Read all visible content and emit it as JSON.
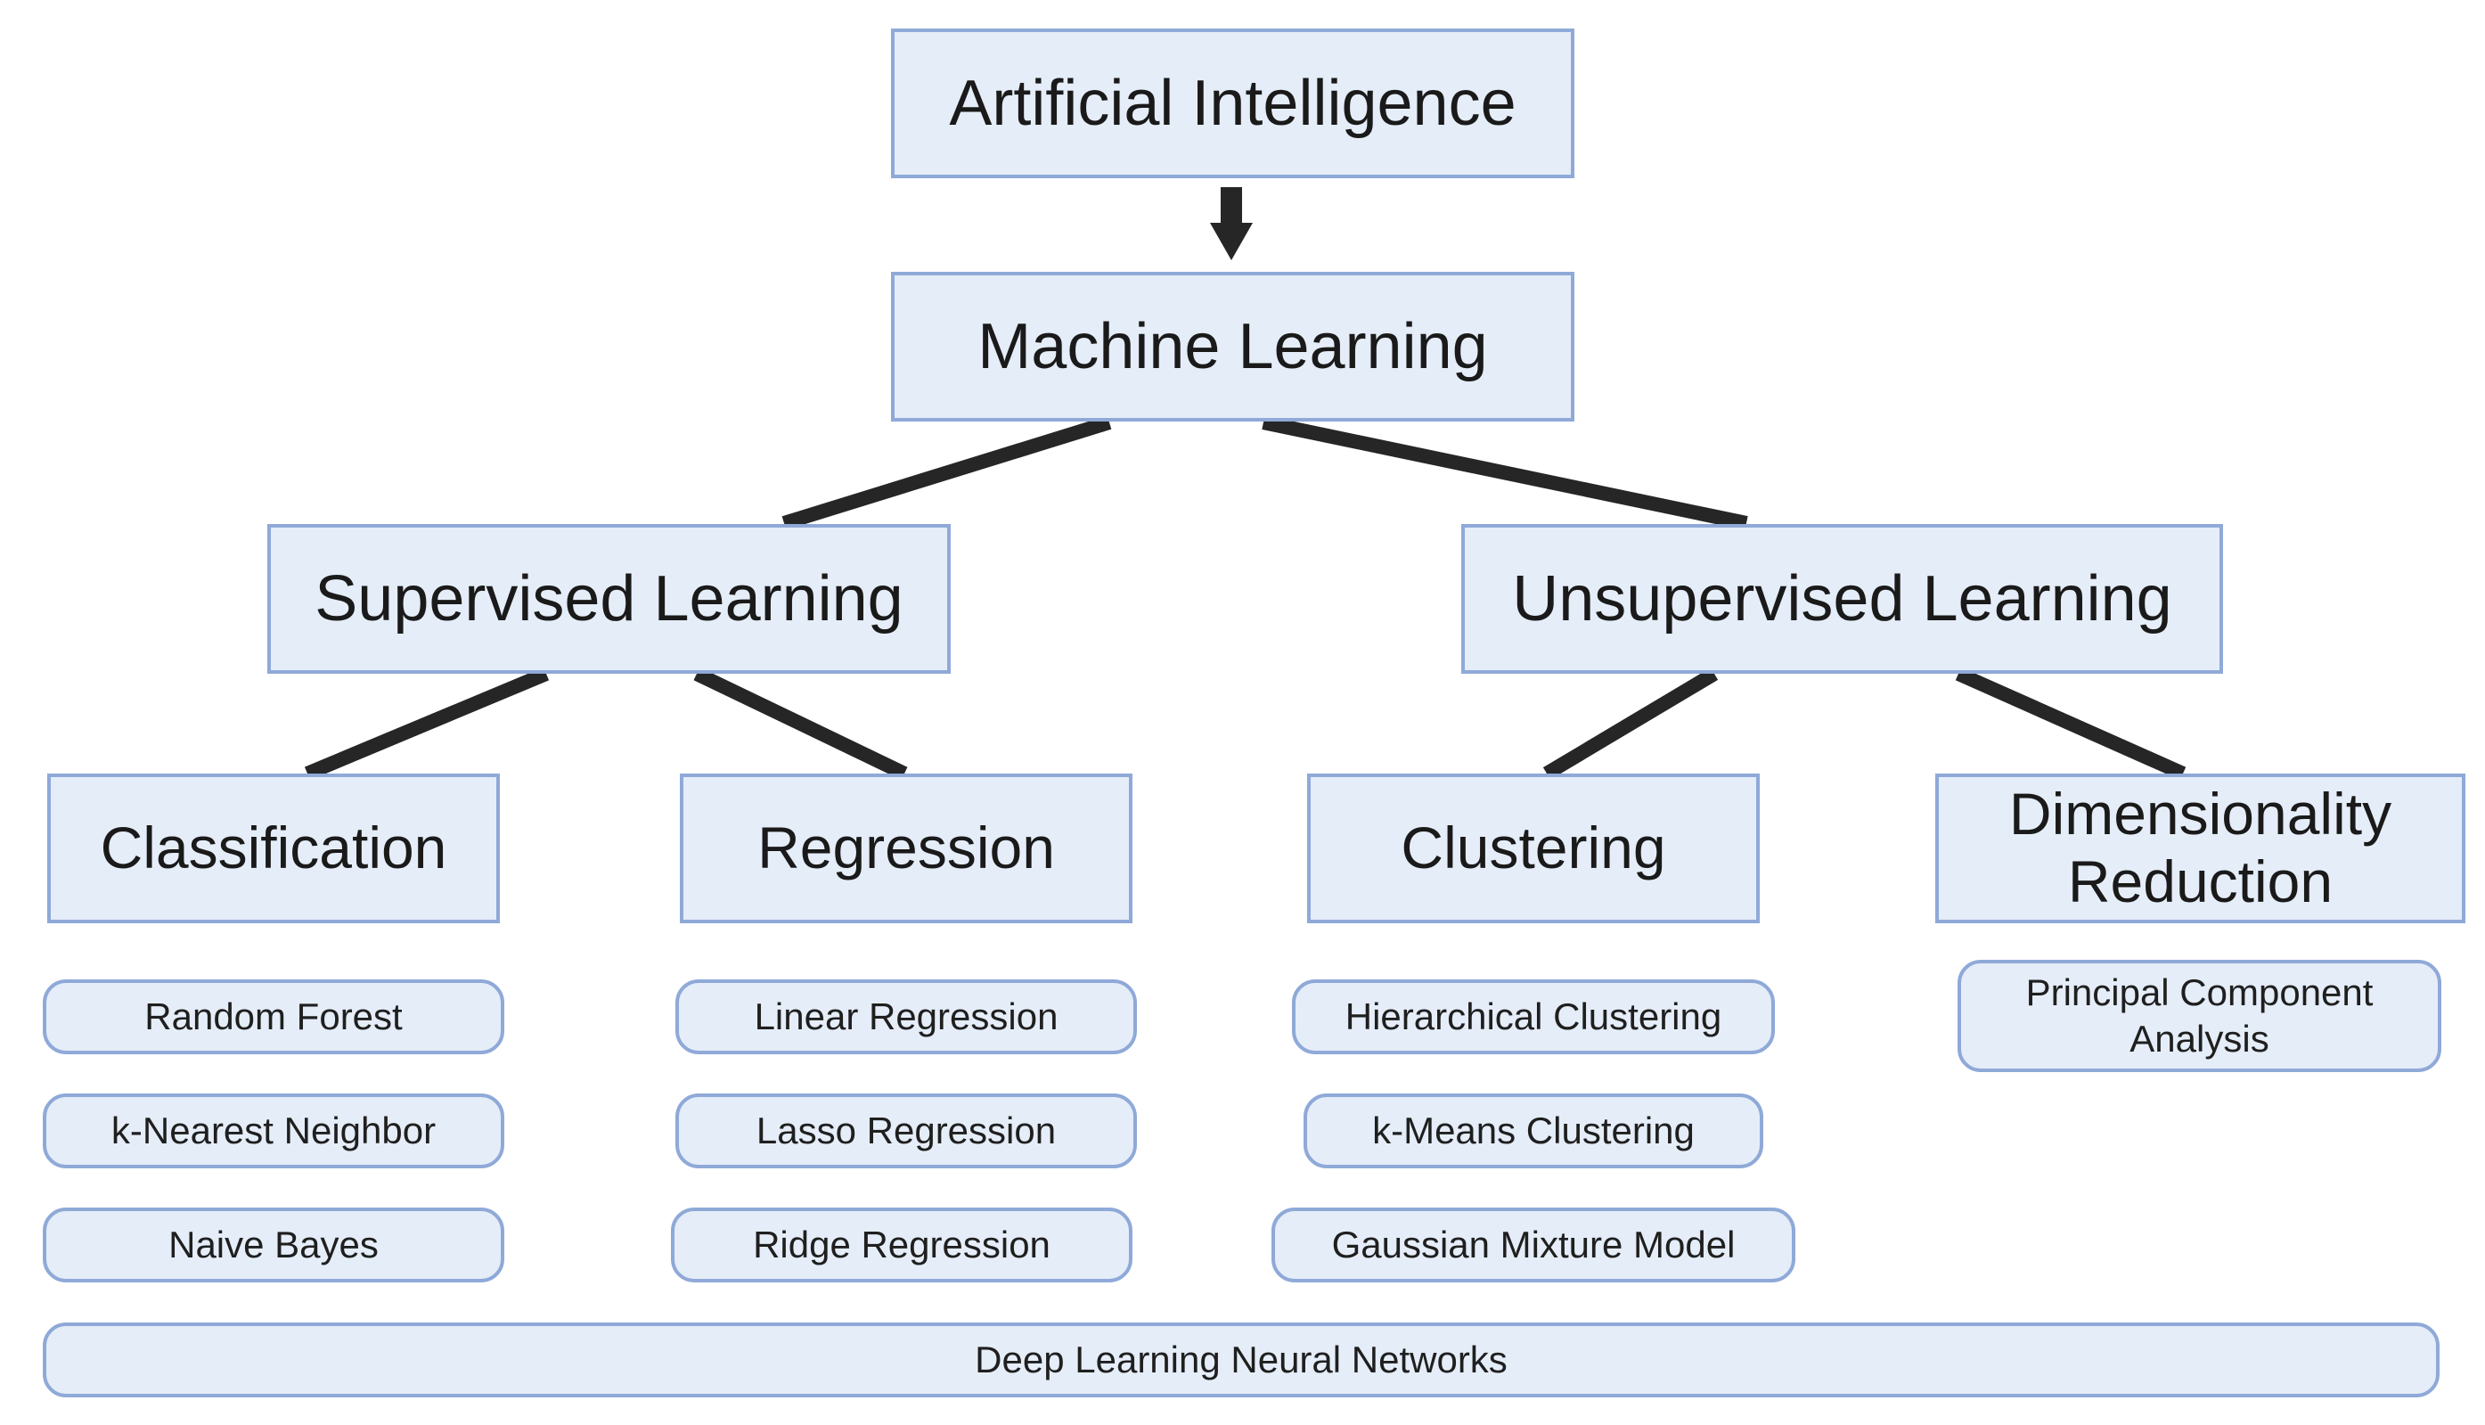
{
  "diagram": {
    "root": "Artificial Intelligence",
    "machine_learning": "Machine Learning",
    "supervised": "Supervised Learning",
    "unsupervised": "Unsupervised Learning",
    "categories": {
      "classification": "Classification",
      "regression": "Regression",
      "clustering": "Clustering",
      "dimensionality_reduction": "Dimensionality\nReduction"
    },
    "methods": {
      "classification": [
        "Random Forest",
        "k-Nearest Neighbor",
        "Naive Bayes"
      ],
      "regression": [
        "Linear Regression",
        "Lasso Regression",
        "Ridge Regression"
      ],
      "clustering": [
        "Hierarchical Clustering",
        "k-Means Clustering",
        "Gaussian Mixture Model"
      ],
      "dimensionality_reduction": [
        "Principal Component\nAnalysis"
      ]
    },
    "deep_learning": "Deep Learning Neural Networks"
  },
  "colors": {
    "box_fill": "#e5edf8",
    "box_border": "#8fa9d8",
    "connector": "#262626"
  }
}
